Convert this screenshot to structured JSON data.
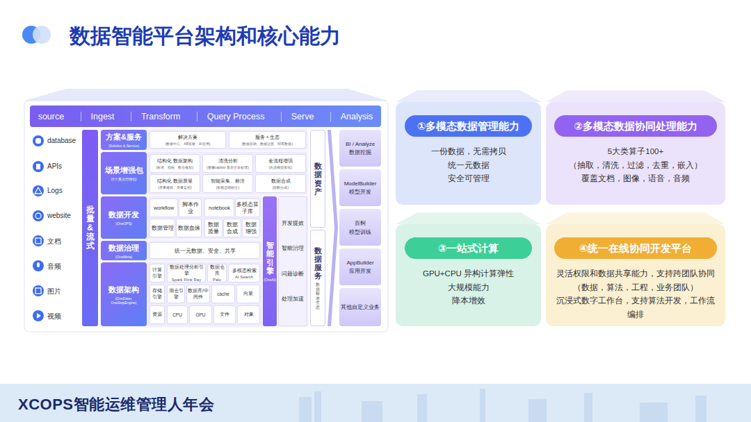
{
  "diagram": {
    "title": "数据智能平台架构和核心能力",
    "nodes": [
      {
        "text": [
          "source",
          "Ingest",
          "Transform",
          "Query Process",
          "Serve",
          "Analysis"
        ]
      },
      {
        "text": [
          "批量&流式"
        ]
      },
      {
        "text": [
          "方案&服务",
          "(Solution & Service)"
        ]
      },
      {
        "text": [
          "解决方案",
          "(数据中心、AB实验、AI应用)"
        ],
        "in": 2
      },
      {
        "text": [
          "服务 + 生态",
          "(数据自助、数据运营、特有数据)"
        ],
        "in": 2
      },
      {
        "text": [
          "场景增强包",
          "(X个重点增强包)"
        ]
      },
      {
        "text": [
          "结构化 数据架构",
          "(标准、指标、数仓规划)"
        ],
        "in": 5
      },
      {
        "text": [
          "清洗分析",
          "(图像caption 复杂文本处理)"
        ],
        "in": 5
      },
      {
        "text": [
          "全流程增强",
          "(先进模型落地)"
        ],
        "in": 5
      },
      {
        "text": [
          "结构化 数据质量",
          "(质量规则、质量监控)"
        ],
        "in": 5
      },
      {
        "text": [
          "智能采集、标注",
          "(多模态明标注)"
        ],
        "in": 5
      },
      {
        "text": [
          "数据合成",
          "(指数合成)"
        ],
        "in": 5
      },
      {
        "text": [
          "数据开发",
          "(OneOPS)"
        ]
      },
      {
        "text": [
          "workflow"
        ],
        "in": 12
      },
      {
        "text": [
          "脚本作业"
        ],
        "in": 12
      },
      {
        "text": [
          "notebook"
        ],
        "in": 12
      },
      {
        "text": [
          "多模态算子库"
        ],
        "in": 12
      },
      {
        "text": [
          "数据管理"
        ],
        "in": 12
      },
      {
        "text": [
          "数据血缘"
        ],
        "in": 12
      },
      {
        "text": [
          "数据质量"
        ],
        "in": 12
      },
      {
        "text": [
          "数据合成"
        ],
        "in": 12
      },
      {
        "text": [
          "数据增强"
        ],
        "in": 12
      },
      {
        "text": [
          "数据治理",
          "(OneMeta)"
        ]
      },
      {
        "text": [
          "统一元数据、安全、共享"
        ],
        "in": 22
      },
      {
        "text": [
          "数据架构",
          "(OneData+ OneStopEngine)"
        ]
      },
      {
        "text": [
          "计算引擎"
        ],
        "in": 24
      },
      {
        "text": [
          "数据处理分析引擎",
          "Spark Flink Ray"
        ],
        "in": 24
      },
      {
        "text": [
          "数据仓库",
          "Palo"
        ],
        "in": 24
      },
      {
        "text": [
          "多模态检索",
          "AI Search"
        ],
        "in": 24
      },
      {
        "text": [
          "存储引擎"
        ],
        "in": 24
      },
      {
        "text": [
          "湖仓引擎"
        ],
        "in": 24
      },
      {
        "text": [
          "数据库/中间件"
        ],
        "in": 24
      },
      {
        "text": [
          "cache"
        ],
        "in": 24
      },
      {
        "text": [
          "向量"
        ],
        "in": 24
      },
      {
        "text": [
          "资源"
        ],
        "in": 24
      },
      {
        "text": [
          "CPU"
        ],
        "in": 24
      },
      {
        "text": [
          "GPU"
        ],
        "in": 24
      },
      {
        "text": [
          "文件"
        ],
        "in": 24
      },
      {
        "text": [
          "对象"
        ],
        "in": 24
      },
      {
        "text": [
          "智能引擎",
          "(OneAI)"
        ]
      },
      {
        "text": [
          "开发提效",
          "智能治理",
          "问题诊断",
          "处理加速"
        ]
      },
      {
        "text": [
          "数据资产"
        ]
      },
      {
        "text": [
          "数据服务",
          "数据标准生态"
        ]
      },
      {
        "text": [
          "BI / Analyze",
          "数据挖掘"
        ]
      },
      {
        "text": [
          "ModelBuilder",
          "模型开发"
        ]
      },
      {
        "text": [
          "百舸",
          "模型训练"
        ]
      },
      {
        "text": [
          "AppBuilder",
          "应用开发"
        ]
      },
      {
        "text": [
          "其他自定义业务"
        ]
      },
      {
        "text": [
          "一份数据，无需拷贝",
          "统一元数据",
          "安全可管理"
        ]
      },
      {
        "text": [
          "①多模态数据管理能力"
        ],
        "in": 48
      },
      {
        "text": [
          "5大类算子100+",
          "（抽取，清洗，过滤，去重，嵌入）",
          "覆盖文档，图像，语音，音频"
        ]
      },
      {
        "text": [
          "②多模态数据协同处理能力"
        ],
        "in": 50
      },
      {
        "text": [
          "GPU+CPU 异构计算弹性",
          "大规模能力",
          "降本增效"
        ]
      },
      {
        "text": [
          "③一站式计算"
        ],
        "in": 52
      },
      {
        "text": [
          "灵活权限和数据共享能力，支持跨团队协同 （数据，算法，工程，业务团队）",
          "沉浸式数字工作台，支持算法开发，工作流编排"
        ]
      },
      {
        "text": [
          "④统一在线协同开发平台"
        ],
        "in": 54
      }
    ],
    "labels": [
      "database",
      "APIs",
      "Logs",
      "website",
      "文档",
      "音频",
      "图片",
      "视频",
      "XCOPS智能运维管理人年会"
    ]
  }
}
